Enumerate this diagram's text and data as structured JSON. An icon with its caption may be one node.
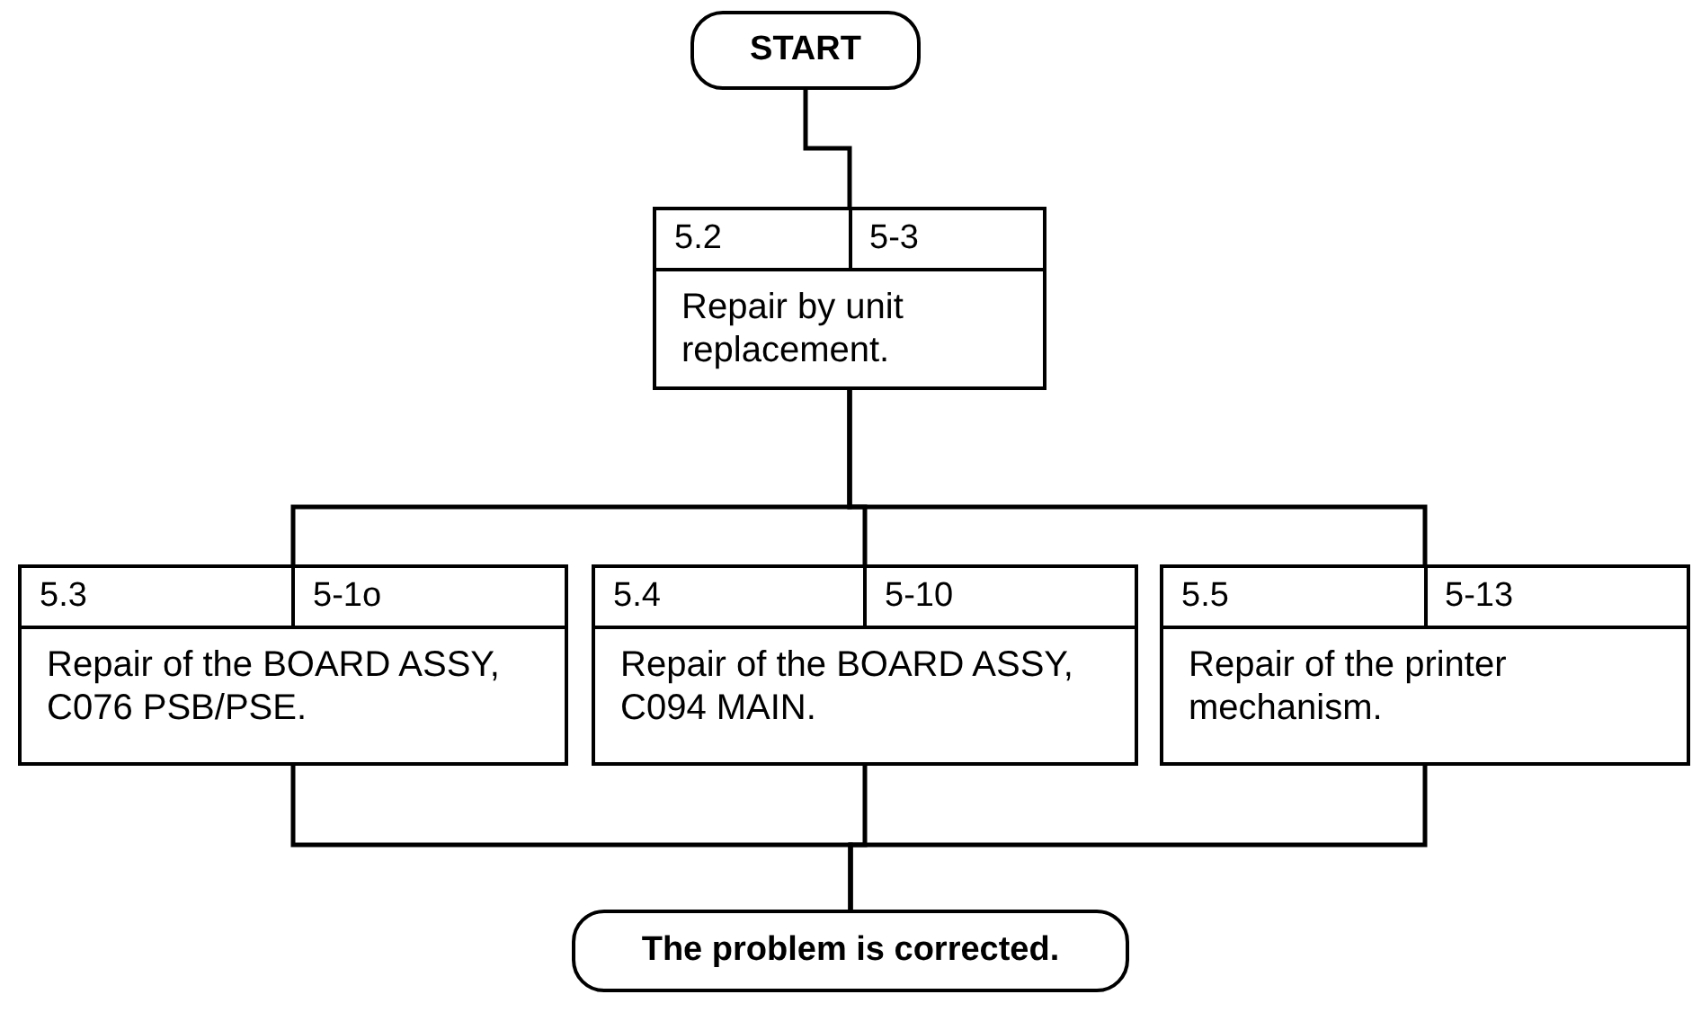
{
  "diagram": {
    "nodes": [
      {
        "text": [
          "START"
        ]
      },
      {
        "text": [
          "5.2",
          "5-3",
          "Repair by unit replacement."
        ]
      },
      {
        "text": [
          "5.3",
          "5-1o",
          "Repair of the BOARD ASSY, C076 PSB/PSE."
        ]
      },
      {
        "text": [
          "5.4",
          "5-10",
          "Repair of the BOARD ASSY, C094 MAIN."
        ]
      },
      {
        "text": [
          "5.5",
          "5-13",
          "Repair of the printer mechanism."
        ]
      },
      {
        "text": [
          "The problem is corrected."
        ]
      }
    ],
    "edges": [
      {
        "from": 0,
        "to": 1,
        "arrow": "none"
      },
      {
        "from": 1,
        "to": 2,
        "arrow": "none"
      },
      {
        "from": 1,
        "to": 3,
        "arrow": "none"
      },
      {
        "from": 1,
        "to": 4,
        "arrow": "none"
      },
      {
        "from": 2,
        "to": 5,
        "arrow": "none"
      },
      {
        "from": 3,
        "to": 5,
        "arrow": "none"
      },
      {
        "from": 4,
        "to": 5,
        "arrow": "none"
      }
    ]
  }
}
